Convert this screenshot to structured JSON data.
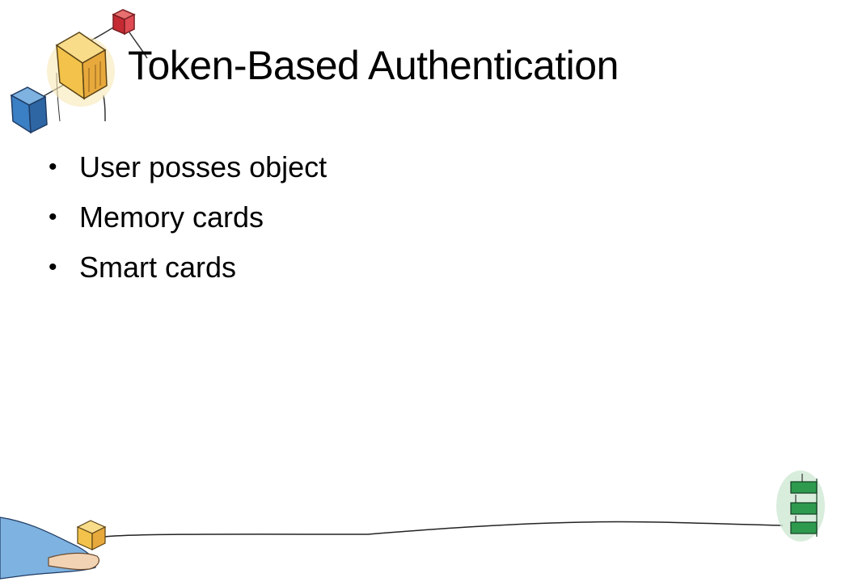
{
  "slide": {
    "title": "Token-Based Authentication",
    "bullets": [
      "User posses object",
      "Memory cards",
      "Smart cards"
    ]
  },
  "colors": {
    "background": "#ffffff",
    "text": "#000000",
    "cube_red": "#d9343c",
    "cube_yellow": "#f2c24a",
    "cube_blue": "#3b7fc4",
    "stack_green": "#2e9a4e"
  },
  "icons": {
    "top_left": "network-cubes-icon",
    "bottom_left": "hand-holding-cube-icon",
    "bottom_right": "stacked-blocks-icon"
  }
}
